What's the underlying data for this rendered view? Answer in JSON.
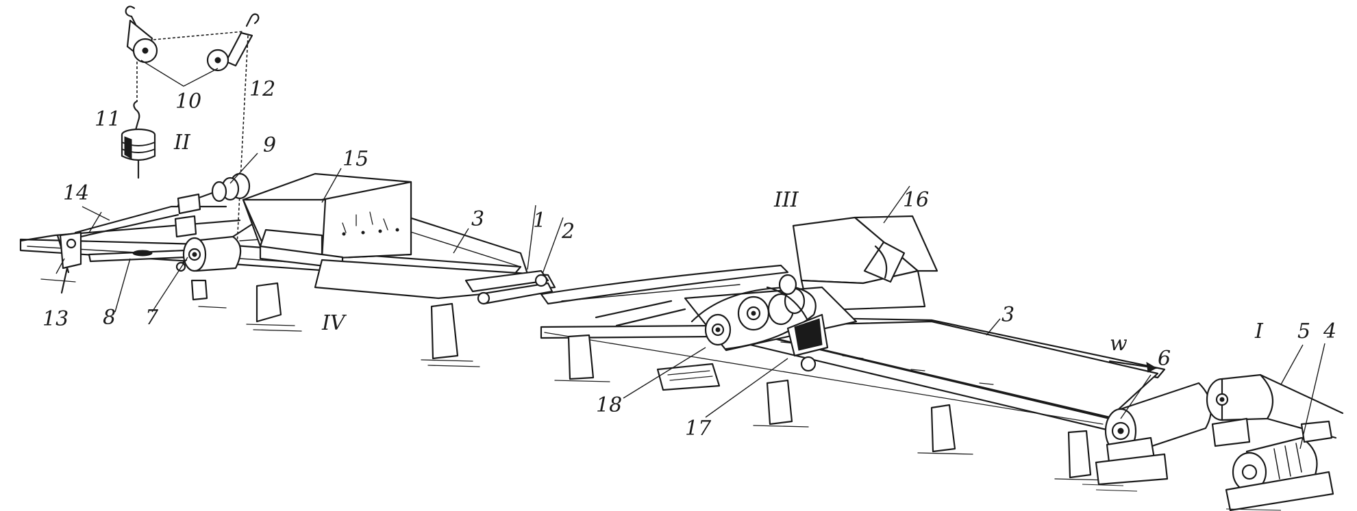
{
  "diagram": {
    "labels": {
      "n1": "1",
      "n2": "2",
      "n3a": "3",
      "n3b": "3",
      "n4": "4",
      "n5": "5",
      "n6": "6",
      "n7": "7",
      "n8": "8",
      "n9": "9",
      "n10": "10",
      "n11": "11",
      "n12": "12",
      "n13": "13",
      "n14": "14",
      "n15": "15",
      "n16": "16",
      "n17": "17",
      "n18": "18",
      "rI": "I",
      "rII": "II",
      "rIII": "III",
      "rIV": "IV",
      "w": "w"
    }
  }
}
